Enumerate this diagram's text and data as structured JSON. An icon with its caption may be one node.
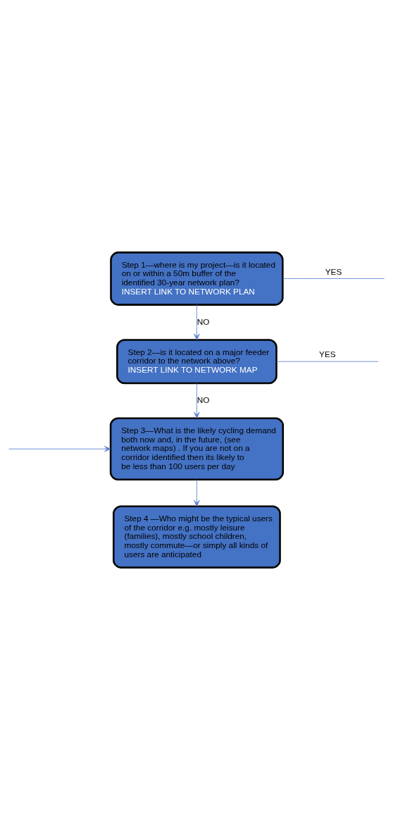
{
  "diagram": {
    "nodes": [
      {
        "text": [
          "Step 1—where is my project—is it located on or within a 50m buffer of the identified 30-year network plan?",
          "INSERT LINK TO NETWORK PLAN"
        ]
      },
      {
        "text": [
          "Step 2—is it located on a major feeder corridor to the network above?",
          "INSERT LINK TO NETWORK MAP"
        ]
      },
      {
        "text": [
          "Step 3—What is the likely cycling demand both now and, in the future, (see network maps) . If you are not on a corridor identified then its likely to be less than 100 users per day"
        ]
      },
      {
        "text": [
          "Step 4 —Who might be the typical users of the corridor e.g. mostly leisure (families), mostly school children, mostly commute—or simply all kinds of users are anticipated"
        ]
      }
    ],
    "edges": [
      {
        "from": 0,
        "to": null,
        "arrow": "none",
        "label": "YES"
      },
      {
        "from": 0,
        "to": 1,
        "arrow": "to",
        "label": "NO"
      },
      {
        "from": 1,
        "to": null,
        "arrow": "none",
        "label": "YES"
      },
      {
        "from": 1,
        "to": 2,
        "arrow": "to",
        "label": "NO"
      },
      {
        "from": null,
        "to": 2,
        "arrow": "to"
      },
      {
        "from": 2,
        "to": 3,
        "arrow": "to"
      }
    ]
  }
}
